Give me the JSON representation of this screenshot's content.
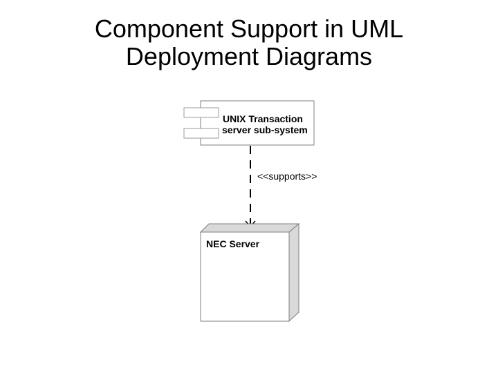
{
  "slide": {
    "title_line1": "Component Support in UML",
    "title_line2": "Deployment Diagrams"
  },
  "component": {
    "name_line1": "UNIX Transaction",
    "name_line2": "server sub-system"
  },
  "dependency": {
    "stereotype": "<<supports>>"
  },
  "node": {
    "name": "NEC Server"
  },
  "colors": {
    "stroke": "#7f7f7f",
    "node_shade": "#d9d9d9",
    "arrow": "#000000"
  }
}
